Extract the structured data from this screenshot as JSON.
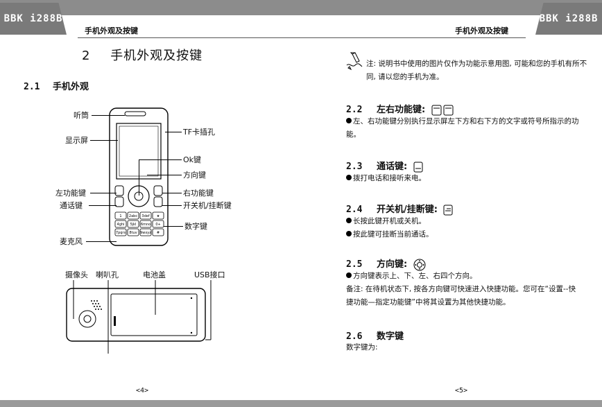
{
  "brand": {
    "left": "BBK i288B",
    "right": "BBK i288B"
  },
  "header": {
    "left_section": "手机外观及按键",
    "right_section": "手机外观及按键"
  },
  "left_page": {
    "chapter_num": "2",
    "chapter_title": "手机外观及按键",
    "sec_num": "2.1",
    "sec_title": "手机外观",
    "front_labels": {
      "earpiece": "听筒",
      "screen": "显示屏",
      "left_soft": "左功能键",
      "call": "通话键",
      "mic": "麦克风",
      "tf_slot": "TF卡插孔",
      "ok": "Ok键",
      "nav": "方向键",
      "right_soft": "右功能键",
      "power_end": "开关机/挂断键",
      "number": "数字键"
    },
    "keypad": [
      "1",
      "2abc",
      "3def",
      "★",
      "4ghi",
      "5jkl",
      "6mno",
      "0+",
      "7pqrs",
      "8tuv",
      "9wxyz",
      "#"
    ],
    "back_labels": {
      "camera": "摄像头",
      "speaker": "喇叭孔",
      "battery": "电池盖",
      "usb": "USB接口"
    },
    "page_num": "<4>"
  },
  "right_page": {
    "note_prefix": "注:",
    "note_text": "说明书中使用的图片仅作为功能示意用图, 可能和您的手机有所不同, 请以您的手机为准。",
    "s22": {
      "num": "2.2",
      "title": "左右功能键:",
      "body": "左、右功能键分别执行显示屏左下方和右下方的文字或符号所指示的功能。"
    },
    "s23": {
      "num": "2.3",
      "title": "通话键:",
      "body": "拨打电话和接听来电。"
    },
    "s24": {
      "num": "2.4",
      "title": "开关机/挂断键:",
      "body1": "长按此键开机或关机。",
      "body2": "按此键可挂断当前通话。"
    },
    "s25": {
      "num": "2.5",
      "title": "方向键:",
      "body1": "方向键表示上、下、左、右四个方向。",
      "body2": "备注: 在待机状态下, 按各方向键可快速进入快捷功能。您可在“设置--快捷功能—指定功能键”中将其设置为其他快捷功能。"
    },
    "s26": {
      "num": "2.6",
      "title": "数字键",
      "body": "数字键为:"
    },
    "page_num": "<5>"
  }
}
